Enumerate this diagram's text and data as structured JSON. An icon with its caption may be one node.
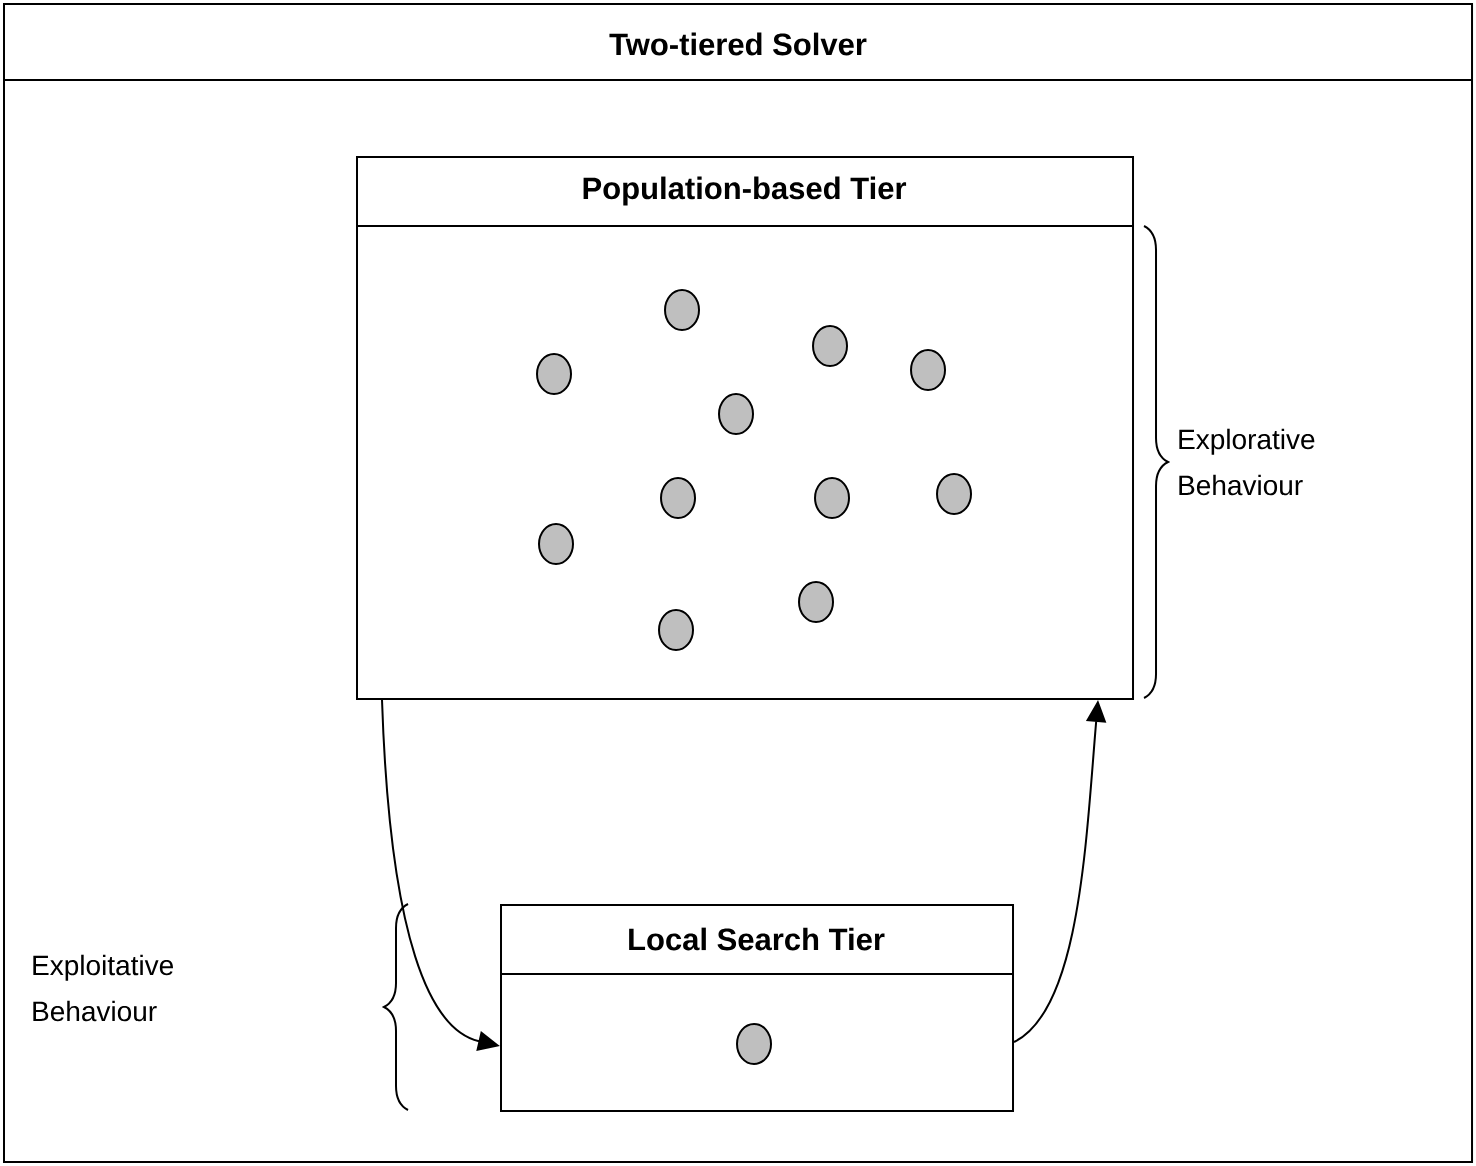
{
  "diagram": {
    "title": "Two-tiered Solver",
    "nodes": [
      {
        "text": [
          "Population-based Tier"
        ]
      },
      {
        "text": [],
        "shape": "circle",
        "in": 0
      },
      {
        "text": [],
        "shape": "circle",
        "in": 0
      },
      {
        "text": [],
        "shape": "circle",
        "in": 0
      },
      {
        "text": [],
        "shape": "circle",
        "in": 0
      },
      {
        "text": [],
        "shape": "circle",
        "in": 0
      },
      {
        "text": [],
        "shape": "circle",
        "in": 0
      },
      {
        "text": [],
        "shape": "circle",
        "in": 0
      },
      {
        "text": [],
        "shape": "circle",
        "in": 0
      },
      {
        "text": [],
        "shape": "circle",
        "in": 0
      },
      {
        "text": [],
        "shape": "circle",
        "in": 0
      },
      {
        "text": [],
        "shape": "circle",
        "in": 0
      },
      {
        "text": [
          "Local Search Tier"
        ]
      },
      {
        "text": [],
        "shape": "circle",
        "in": 12
      }
    ],
    "edges": [
      {
        "from": 0,
        "to": 12,
        "arrow": "to"
      },
      {
        "from": 12,
        "to": 0,
        "arrow": "to"
      }
    ],
    "labels": [
      "Explorative Behaviour",
      "Exploitative Behaviour"
    ]
  }
}
